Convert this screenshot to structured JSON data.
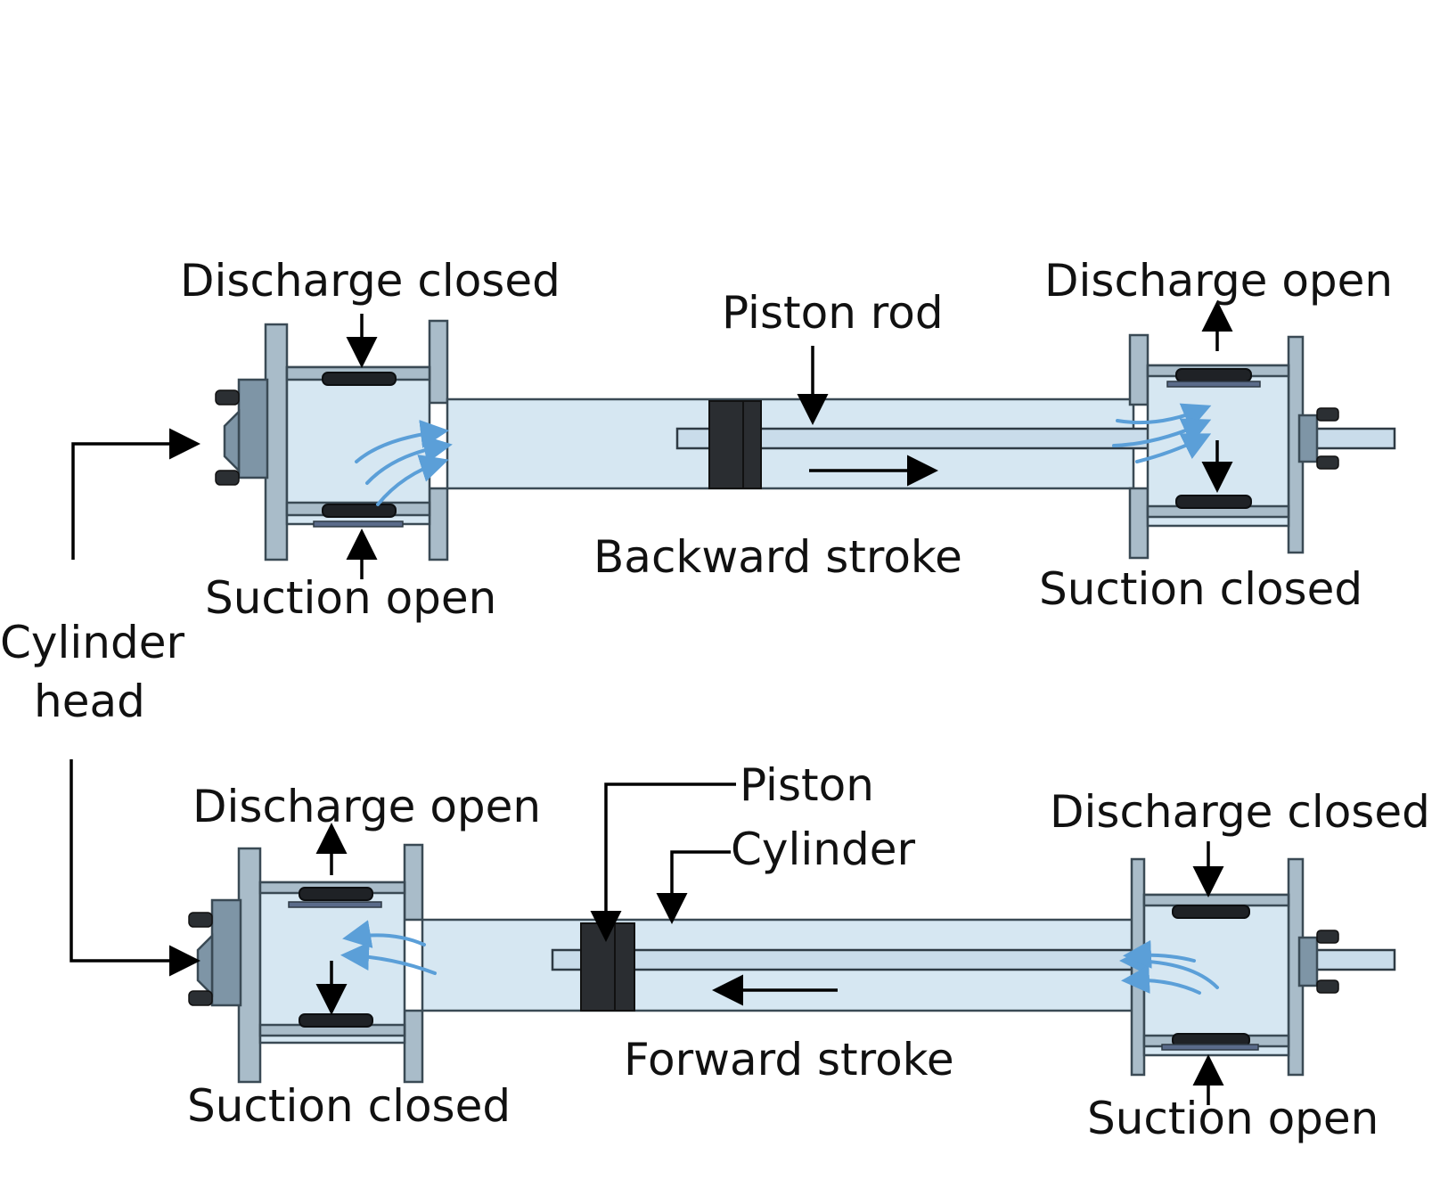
{
  "colors": {
    "flow_arrow": "#5b9fd8",
    "cylinder_fill": "#d6e7f2",
    "steel": "#a9bcc9",
    "piston": "#2a2d31"
  },
  "labels": {
    "top_left_discharge": "Discharge closed",
    "top_left_suction": "Suction open",
    "top_right_discharge": "Discharge open",
    "top_right_suction": "Suction closed",
    "piston_rod": "Piston rod",
    "backward_stroke": "Backward stroke",
    "cylinder_head_line1": "Cylinder",
    "cylinder_head_line2": "head",
    "bottom_left_discharge": "Discharge open",
    "bottom_left_suction": "Suction closed",
    "bottom_right_discharge": "Discharge closed",
    "bottom_right_suction": "Suction open",
    "piston": "Piston",
    "cylinder": "Cylinder",
    "forward_stroke": "Forward stroke"
  },
  "icons": {
    "stroke_arrow": "right-arrow-icon",
    "flow": "flow-arrow-icon"
  }
}
